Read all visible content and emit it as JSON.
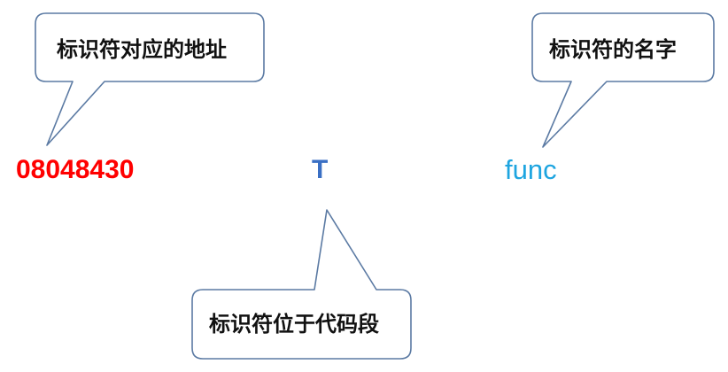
{
  "callouts": {
    "address_desc": "标识符对应的地址",
    "name_desc": "标识符的名字",
    "section_desc": "标识符位于代码段"
  },
  "symbol": {
    "address": "08048430",
    "type": "T",
    "name": "func"
  },
  "colors": {
    "address": "#ff0000",
    "type": "#3a6fc4",
    "name": "#1ea5e0",
    "bubble_stroke": "#5b7aa3",
    "bubble_fill": "#ffffff"
  }
}
